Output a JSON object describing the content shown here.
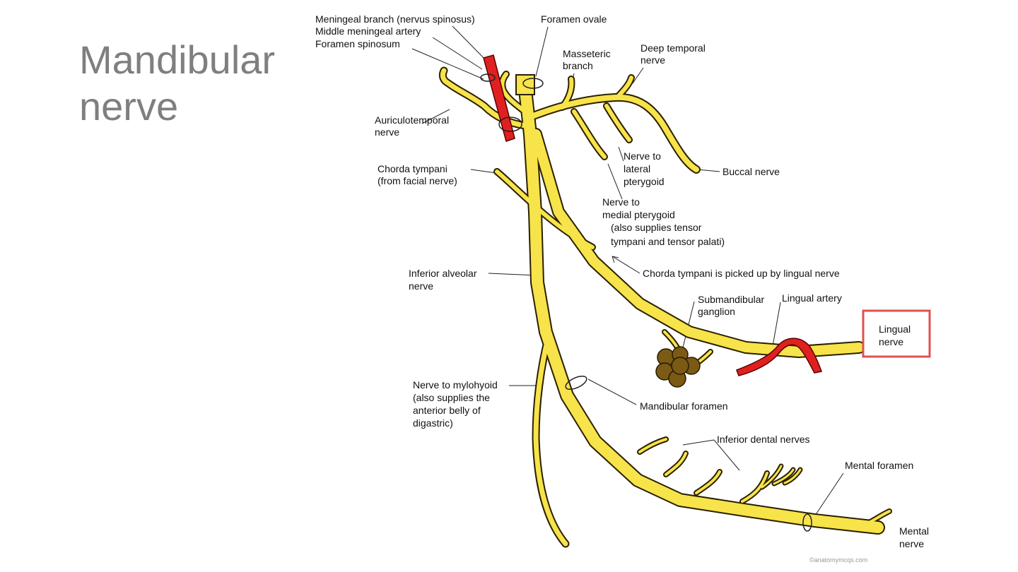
{
  "slide": {
    "title_line1": "Mandibular",
    "title_line2": "nerve"
  },
  "labels": {
    "meningeal_branch": "Meningeal branch (nervus spinosus)",
    "middle_meningeal_artery": "Middle meningeal artery",
    "foramen_spinosum": "Foramen spinosum",
    "foramen_ovale": "Foramen ovale",
    "masseteric_1": "Masseteric",
    "masseteric_2": "branch",
    "deep_temporal_1": "Deep temporal",
    "deep_temporal_2": "nerve",
    "auriculotemporal_1": "Auriculotemporal",
    "auriculotemporal_2": "nerve",
    "chorda_1": "Chorda tympani",
    "chorda_2": "(from facial nerve)",
    "lat_ptery_1": "Nerve to",
    "lat_ptery_2": "lateral",
    "lat_ptery_3": "pterygoid",
    "buccal": "Buccal nerve",
    "med_ptery_1": "Nerve to",
    "med_ptery_2": "medial pterygoid",
    "med_ptery_3": "(also supplies tensor",
    "med_ptery_4": "tympani and tensor palati)",
    "chorda_pickup": "Chorda tympani is picked up by lingual nerve",
    "inf_alv_1": "Inferior alveolar",
    "inf_alv_2": "nerve",
    "submand_1": "Submandibular",
    "submand_2": "ganglion",
    "lingual_artery": "Lingual artery",
    "lingual_nerve_1": "Lingual",
    "lingual_nerve_2": "nerve",
    "mylohyoid_1": "Nerve to mylohyoid",
    "mylohyoid_2": "(also supplies the",
    "mylohyoid_3": "anterior belly of",
    "mylohyoid_4": "digastric)",
    "mandibular_foramen": "Mandibular foramen",
    "inf_dental": "Inferior dental nerves",
    "mental_foramen": "Mental foramen",
    "mental_nerve_1": "Mental",
    "mental_nerve_2": "nerve",
    "credit": "©anatomymcqs.com"
  },
  "colors": {
    "nerve": "#f7e34a",
    "artery": "#e02020",
    "ganglion": "#7a5a14",
    "highlight_box": "#e05050",
    "title": "#7f7f7f"
  }
}
